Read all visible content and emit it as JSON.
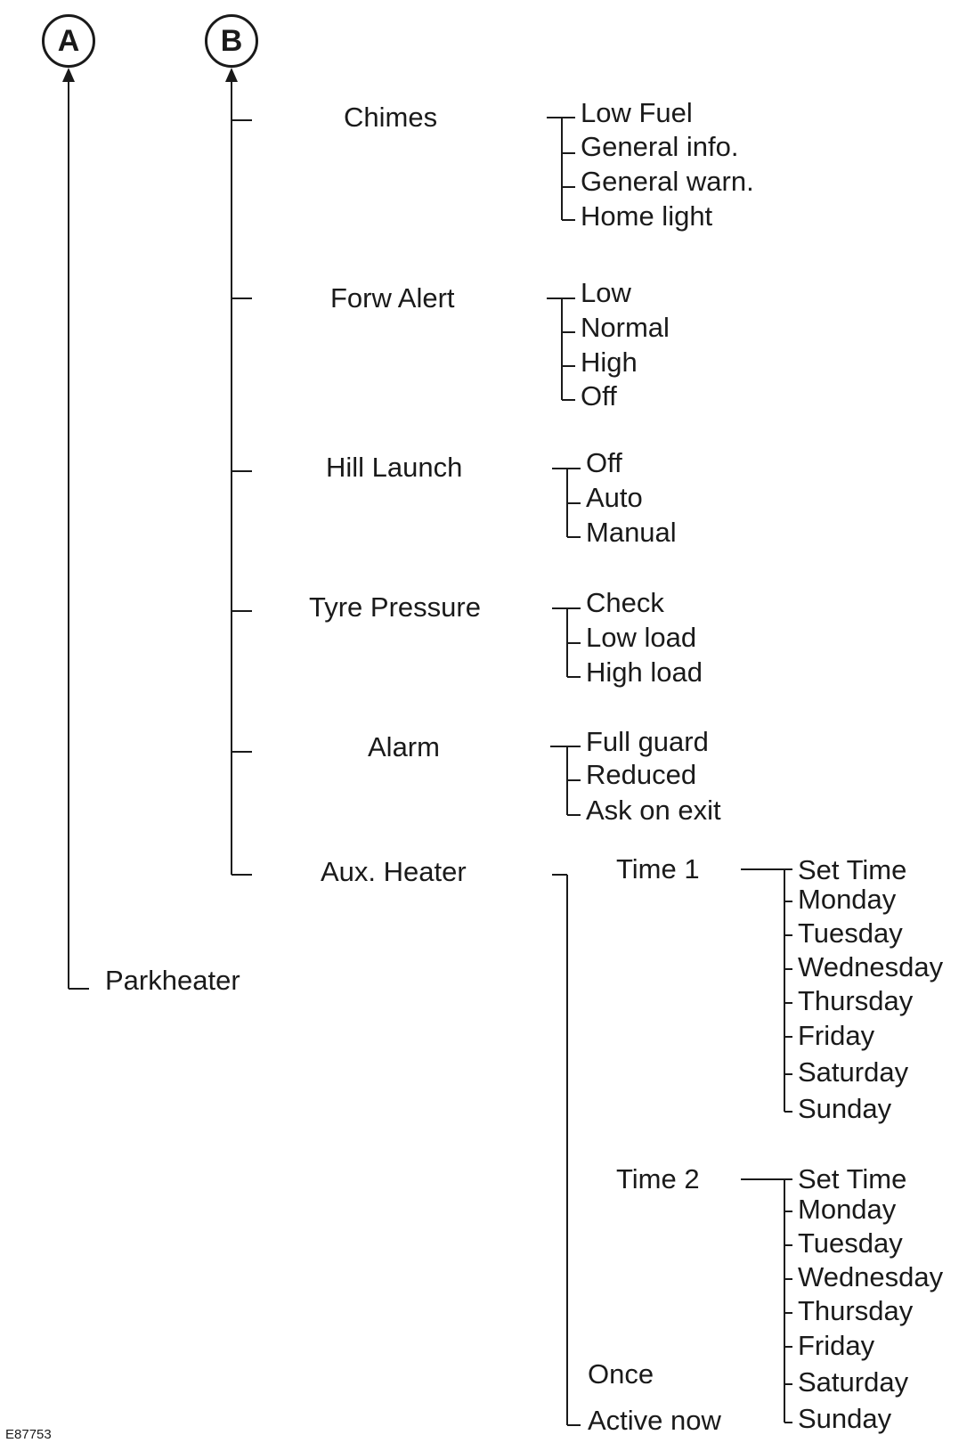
{
  "markers": {
    "a": "A",
    "b": "B"
  },
  "parkheater": "Parkheater",
  "figure_id": "E87753",
  "menus": {
    "chimes": {
      "label": "Chimes",
      "options": [
        "Low Fuel",
        "General info.",
        "General warn.",
        "Home light"
      ]
    },
    "forw": {
      "label": "Forw Alert",
      "options": [
        "Low",
        "Normal",
        "High",
        "Off"
      ]
    },
    "hill": {
      "label": "Hill Launch",
      "options": [
        "Off",
        "Auto",
        "Manual"
      ]
    },
    "tyre": {
      "label": "Tyre Pressure",
      "options": [
        "Check",
        "Low load",
        "High load"
      ]
    },
    "alarm": {
      "label": "Alarm",
      "options": [
        "Full guard",
        "Reduced",
        "Ask on exit"
      ]
    },
    "aux": {
      "label": "Aux. Heater",
      "time1": {
        "label": "Time 1",
        "options": [
          "Set Time",
          "Monday",
          "Tuesday",
          "Wednesday",
          "Thursday",
          "Friday",
          "Saturday",
          "Sunday"
        ]
      },
      "time2": {
        "label": "Time 2",
        "options": [
          "Set Time",
          "Monday",
          "Tuesday",
          "Wednesday",
          "Thursday",
          "Friday",
          "Saturday",
          "Sunday"
        ]
      },
      "once": "Once",
      "active_now": "Active now"
    }
  }
}
